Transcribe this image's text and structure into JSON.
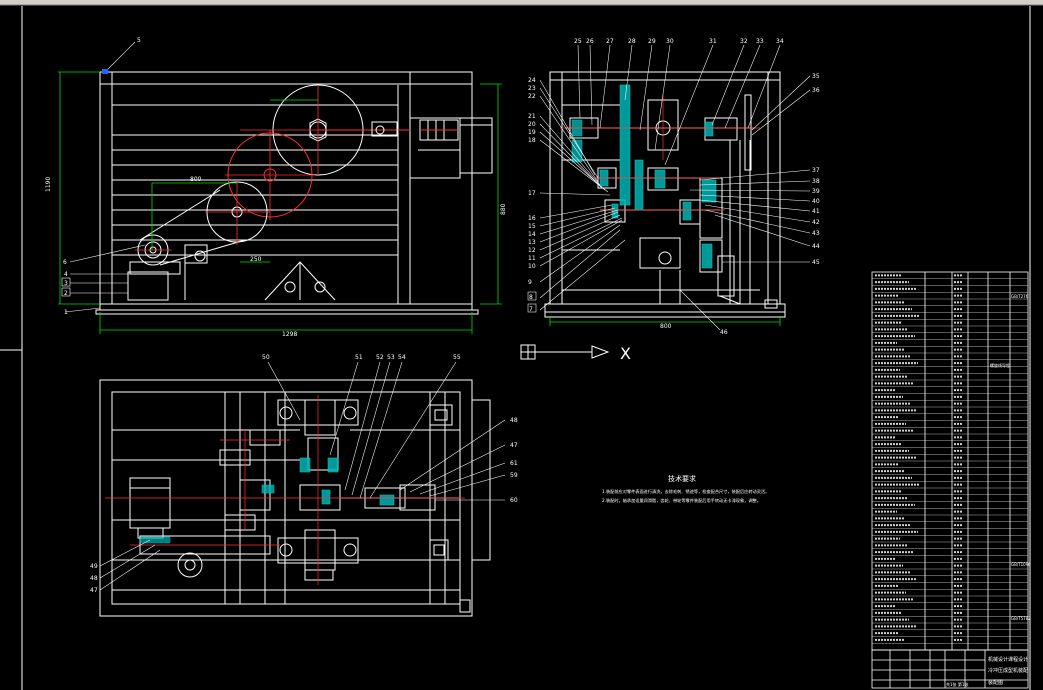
{
  "drawing": {
    "background": "#000000",
    "line_color": "#ffffff",
    "dimension_color": "#00ff00",
    "section_color": "#ff0000",
    "hatch_color": "#00c8c8",
    "accent_blue": "#1e64ff"
  },
  "axis_indicator": {
    "x_label": "X"
  },
  "front_view": {
    "part_numbers": [
      "5",
      "6",
      "4",
      "3",
      "2",
      "1"
    ],
    "overall_dim": "1298",
    "height_dim": "1190",
    "side_dim": "880",
    "small_dims": [
      "800",
      "250"
    ]
  },
  "side_view": {
    "top_part_numbers": [
      "25",
      "26",
      "27",
      "28",
      "29",
      "30",
      "31",
      "32",
      "33",
      "34"
    ],
    "right_part_numbers": [
      "35",
      "36",
      "37",
      "38",
      "39",
      "40",
      "41",
      "42",
      "43",
      "44",
      "45"
    ],
    "left_part_numbers": [
      "24",
      "23",
      "22",
      "21",
      "20",
      "19",
      "18",
      "17",
      "16",
      "15",
      "14",
      "13",
      "12",
      "11",
      "10",
      "9",
      "8",
      "7"
    ],
    "bottom_number": "46",
    "width_dim": "800"
  },
  "plan_view": {
    "top_part_numbers": [
      "50",
      "51",
      "52",
      "53",
      "54",
      "55"
    ],
    "right_part_numbers": [
      "48",
      "47",
      "61",
      "59",
      "60"
    ],
    "left_part_numbers": [
      "49",
      "48",
      "47"
    ]
  },
  "technical_notes": {
    "title": "技术要求",
    "lines": [
      "1.装配前应对零件表面进行清洗，去除毛刺、锈迹等，检查配合尺寸，装配后应转动灵活。",
      "2.装配时，轴承加适量润滑脂，齿轮、带轮等零件装配后用手转动无卡滞现象，调整。"
    ]
  },
  "parts_list": {
    "rows": 56,
    "note_right_1": "GB/T276",
    "note_right_2": "GB/T1096",
    "note_right_3": "螺旋线导程",
    "note_right_4": "GB/T5782"
  },
  "title_block": {
    "line1": "机械设计课程设计",
    "line2": "冷冲压成型机装配",
    "line3": "装配图",
    "sheet": "共1张 第1张"
  }
}
